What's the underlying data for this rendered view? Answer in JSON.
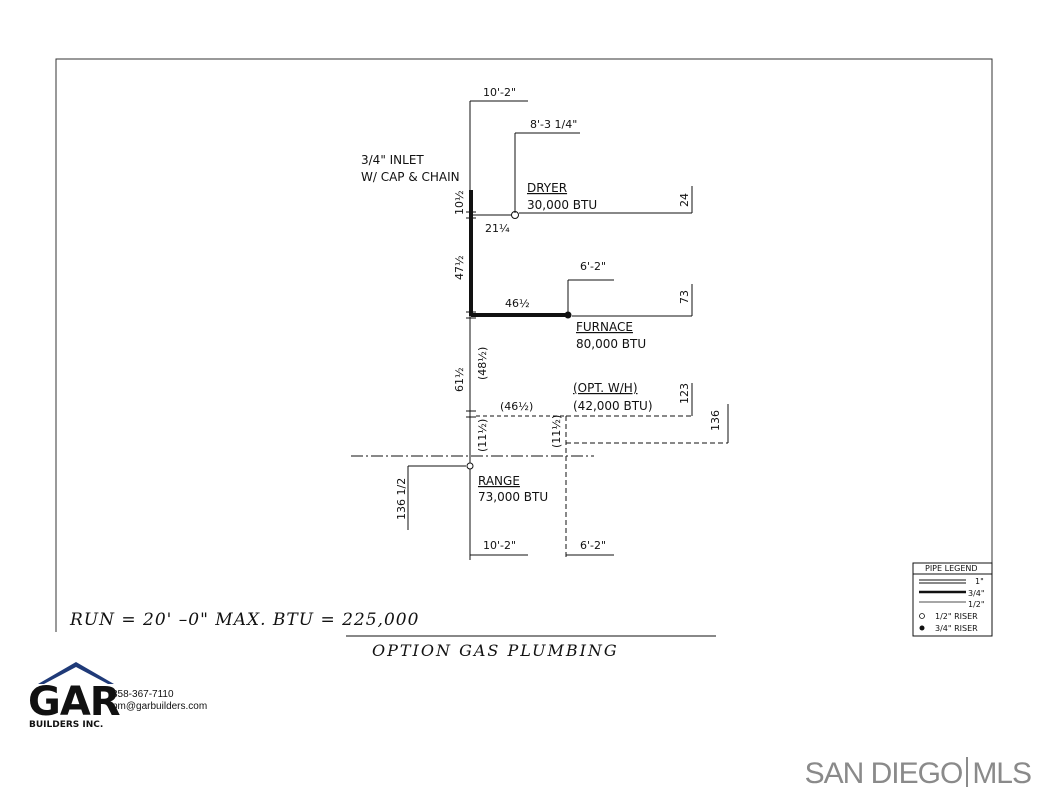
{
  "drawing": {
    "inlet_line1": "3/4\" INLET",
    "inlet_line2": "W/ CAP & CHAIN",
    "dryer_name": "DRYER",
    "dryer_btu": "30,000 BTU",
    "furnace_name": "FURNACE",
    "furnace_btu": "80,000 BTU",
    "wh_name": "(OPT. W/H)",
    "wh_btu": "(42,000 BTU)",
    "range_name": "RANGE",
    "range_btu": "73,000 BTU",
    "dims": {
      "top_10_2": "10'-2\"",
      "dryer_8_3": "8'-3 1/4\"",
      "furnace_6_2": "6'-2\"",
      "bottom_10_2": "10'-2\"",
      "bottom_6_2": "6'-2\"",
      "d_24": "24",
      "d_73": "73",
      "d_123": "123",
      "d_136": "136",
      "d_136_half": "136 1/2",
      "seg_10_half": "10½",
      "seg_21_quarter": "21¼",
      "seg_47_half": "47½",
      "seg_46_half": "46½",
      "seg_61_half": "61½",
      "seg_48_half_paren": "(48½)",
      "seg_46_half_paren": "(46½)",
      "seg_11_half_a": "(11½)",
      "seg_11_half_b": "(11½)"
    },
    "run_text": "RUN  =  20' –0\"     MAX.  BTU  =  225,000",
    "title_text": "OPTION  GAS  PLUMBING"
  },
  "legend": {
    "title": "PIPE  LEGEND",
    "items": [
      "1\"",
      "3/4\"",
      "1/2\"",
      "1/2\"  RISER",
      "3/4\"  RISER"
    ]
  },
  "branding": {
    "logo_letters": "GAR",
    "logo_sub": "BUILDERS INC.",
    "phone": "858-367-7110",
    "email": "pm@garbuilders.com",
    "mls_left": "SAN DIEGO",
    "mls_right": "MLS"
  },
  "colors": {
    "line": "#111111",
    "mls_gray": "#8a8a8a"
  }
}
